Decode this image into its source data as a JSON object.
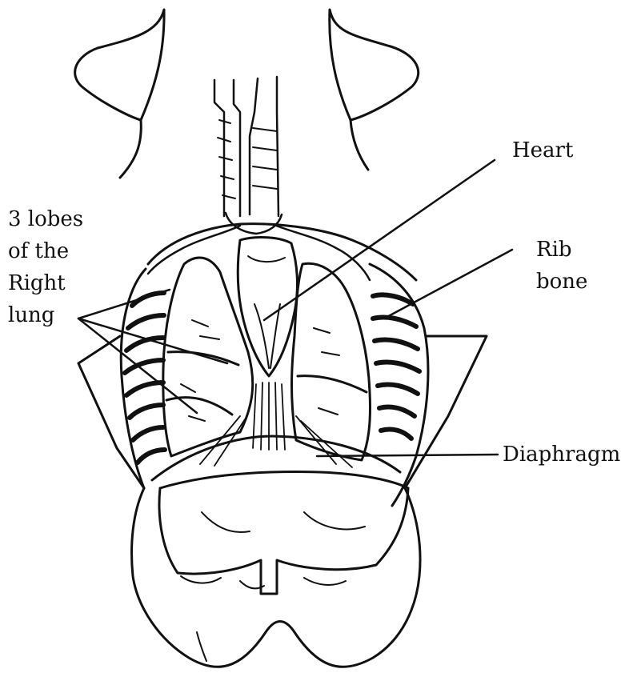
{
  "labels": {
    "lobes": [
      "3 lobes",
      "of the",
      "Right",
      "lung"
    ],
    "heart": "Heart",
    "rib": [
      "Rib",
      "bone"
    ],
    "diaphragm": "Diaphragm"
  },
  "colors": {
    "ink": "#111111",
    "background": "#ffffff"
  }
}
